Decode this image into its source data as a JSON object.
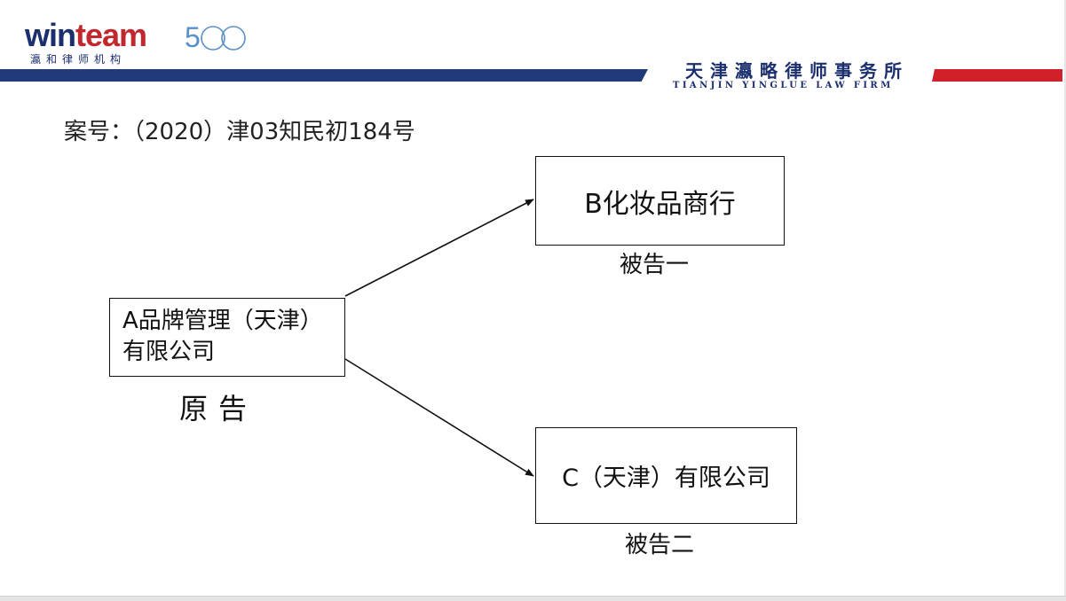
{
  "logo": {
    "word_a": "win",
    "word_b": "team",
    "number": "5",
    "subtitle": "瀛和律师机构"
  },
  "firm": {
    "name_cn": "天津瀛略律师事务所",
    "name_en": "TIANJIN YINGLUE LAW FIRM"
  },
  "case_number": "案号：（2020）津03知民初184号",
  "plaintiff": {
    "name_line1": "A品牌管理（天津）",
    "name_line2": "有限公司",
    "role": "原告"
  },
  "defendant_1": {
    "name": "B化妆品商行",
    "role": "被告一"
  },
  "defendant_2": {
    "name": "C（天津）有限公司",
    "role": "被告二"
  },
  "colors": {
    "navy": "#203a7a",
    "red": "#d0202a",
    "logo_blue": "#5a8fc8"
  }
}
